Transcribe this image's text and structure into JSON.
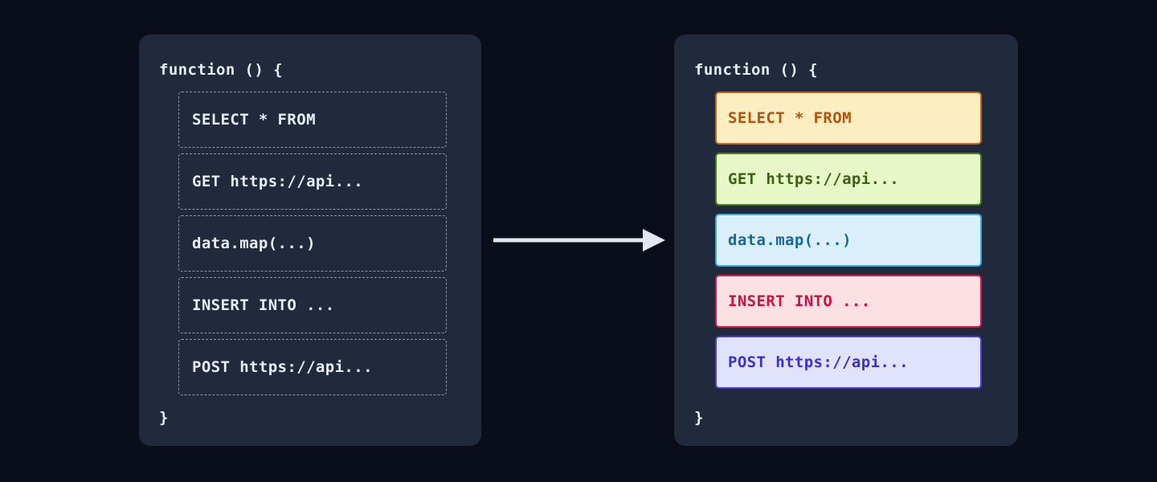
{
  "background_color": "#0a0e1a",
  "panel_color": "#202a3c",
  "diagram": {
    "type": "before-after-transformation",
    "arrow": {
      "icon": "right-arrow",
      "color": "#e2e8f0",
      "direction": "right"
    },
    "panels": [
      {
        "id": "before",
        "style": "plain-dashed",
        "code_open": "function () {",
        "code_close": "}",
        "text_color": "#e8edf5",
        "border_color": "#8a97ad",
        "blocks": [
          {
            "label": "SELECT * FROM"
          },
          {
            "label": "GET https://api..."
          },
          {
            "label": "data.map(...)"
          },
          {
            "label": "INSERT INTO ..."
          },
          {
            "label": "POST https://api..."
          }
        ]
      },
      {
        "id": "after",
        "style": "highlighted",
        "code_open": "function () {",
        "code_close": "}",
        "text_color": "#e8edf5",
        "blocks": [
          {
            "label": "SELECT * FROM",
            "kind": "sql-select",
            "background": "#fdeec2",
            "border": "#c2641a",
            "color": "#b4530f"
          },
          {
            "label": "GET https://api...",
            "kind": "http-get",
            "background": "#e7f7c8",
            "border": "#4f7a18",
            "color": "#3d6112"
          },
          {
            "label": "data.map(...)",
            "kind": "js-transform",
            "background": "#dbeefb",
            "border": "#3ba7e0",
            "color": "#16699e"
          },
          {
            "label": "INSERT INTO ...",
            "kind": "sql-insert",
            "background": "#fde0e4",
            "border": "#d81846",
            "color": "#d01040"
          },
          {
            "label": "POST https://api...",
            "kind": "http-post",
            "background": "#e1e2fb",
            "border": "#4b3cdb",
            "color": "#3c2fd0"
          }
        ]
      }
    ]
  }
}
